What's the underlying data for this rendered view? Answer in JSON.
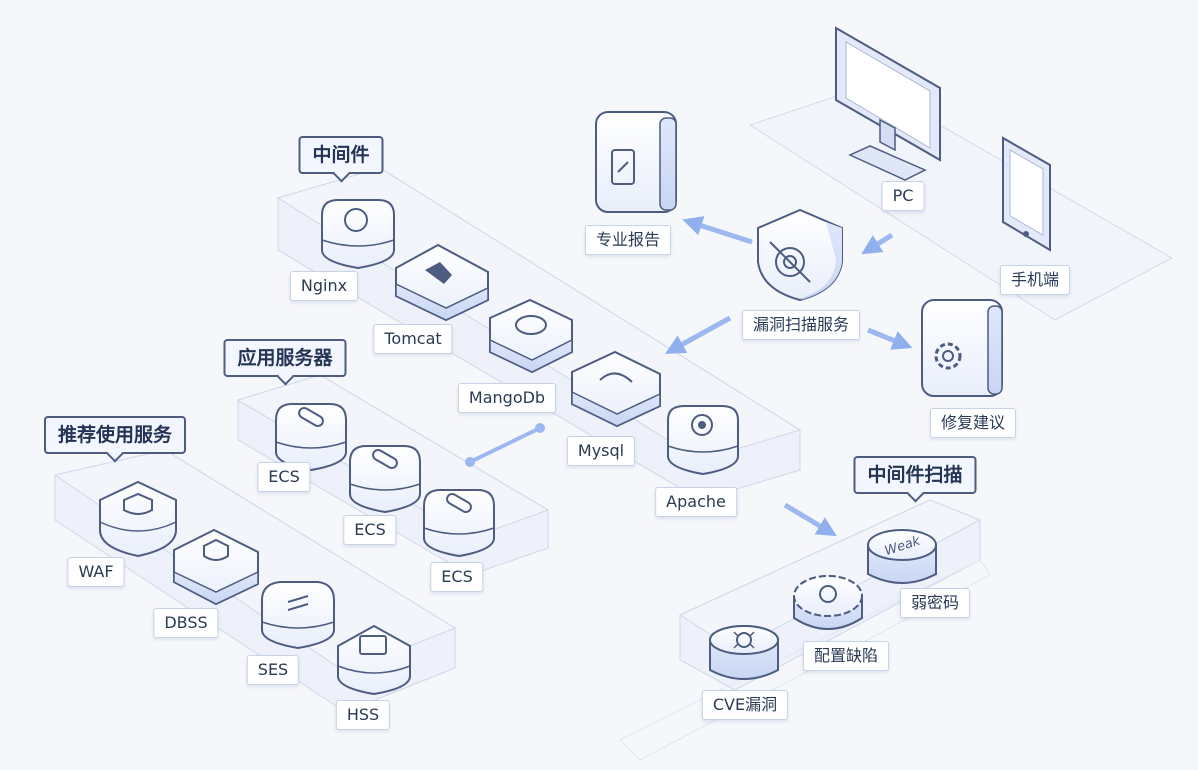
{
  "groups": {
    "middleware": "中间件",
    "app_server": "应用服务器",
    "recommended": "推荐使用服务",
    "middleware_scan": "中间件扫描"
  },
  "nodes": {
    "nginx": "Nginx",
    "tomcat": "Tomcat",
    "mangodb": "MangoDb",
    "mysql": "Mysql",
    "apache": "Apache",
    "ecs1": "ECS",
    "ecs2": "ECS",
    "ecs3": "ECS",
    "waf": "WAF",
    "dbss": "DBSS",
    "ses": "SES",
    "hss": "HSS",
    "report": "专业报告",
    "scan_service": "漏洞扫描服务",
    "pc": "PC",
    "mobile": "手机端",
    "fix": "修复建议",
    "cve": "CVE漏洞",
    "config": "配置缺陷",
    "weak_pwd": "弱密码"
  },
  "weak_badge": "Weak",
  "colors": {
    "accent": "#8fb0ec",
    "box_fill": "#eef2fb",
    "outline": "#4d5c80"
  }
}
